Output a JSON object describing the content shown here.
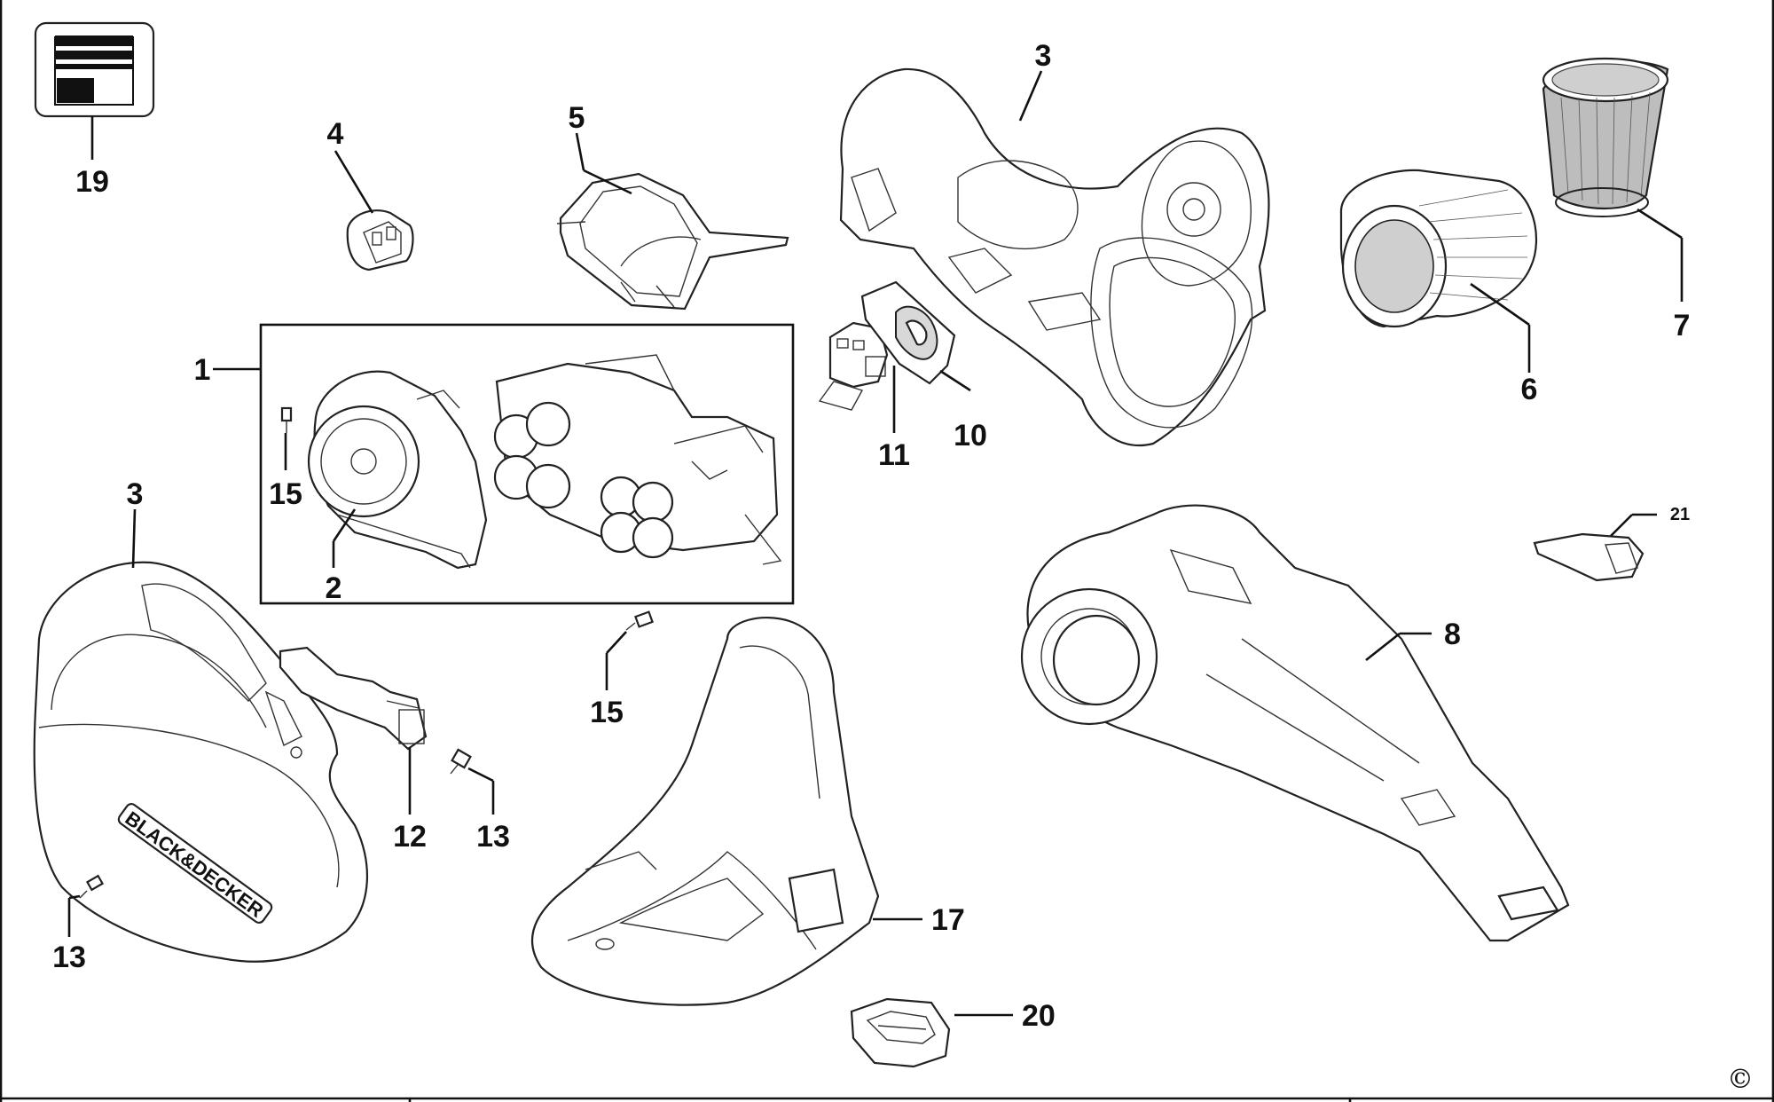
{
  "callouts": {
    "p1": "1",
    "p2": "2",
    "p3a": "3",
    "p3b": "3",
    "p4": "4",
    "p5": "5",
    "p6": "6",
    "p7": "7",
    "p8": "8",
    "p10": "10",
    "p11": "11",
    "p12": "12",
    "p13a": "13",
    "p13b": "13",
    "p15a": "15",
    "p15b": "15",
    "p17": "17",
    "p19": "19",
    "p20": "20",
    "p21": "21"
  },
  "housing_logo_text": "BLACK&DECKER",
  "copyright_mark": "©"
}
